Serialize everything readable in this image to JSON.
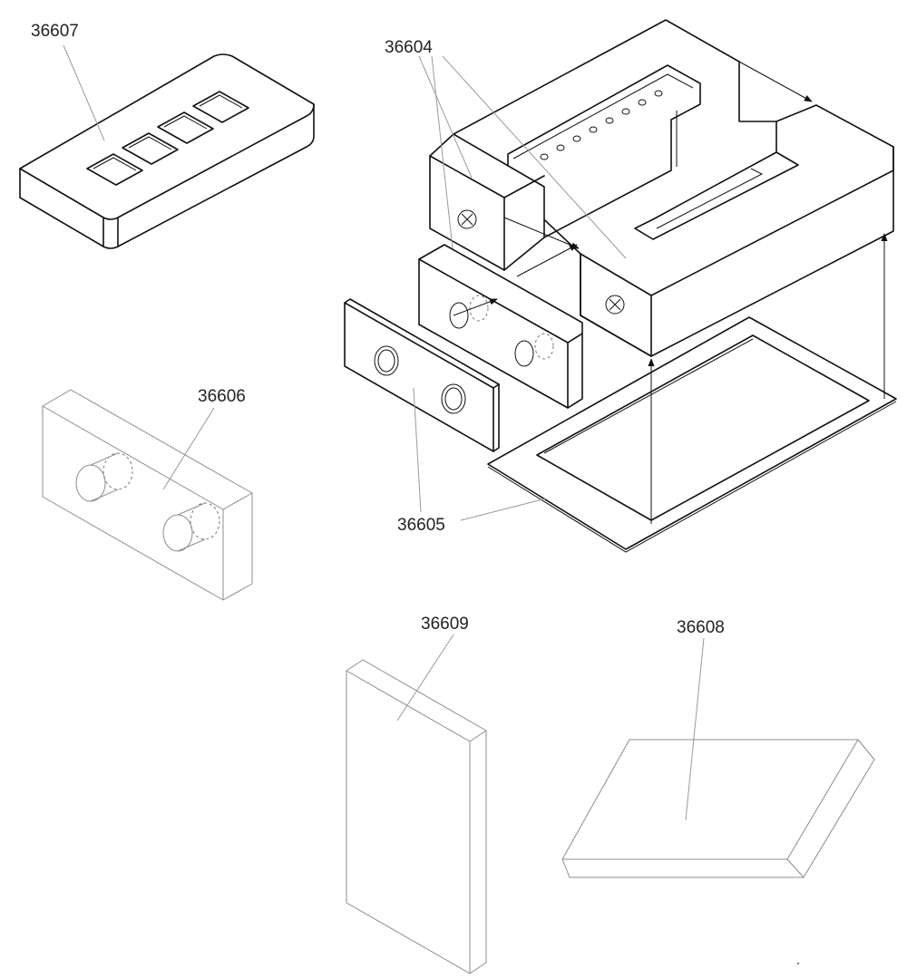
{
  "parts": [
    {
      "id": "cartridge-tray",
      "label": "36607"
    },
    {
      "id": "housing-blocks",
      "label": "36604"
    },
    {
      "id": "front-plate",
      "label": "36605"
    },
    {
      "id": "magnet-block",
      "label": "36606"
    },
    {
      "id": "vertical-pad",
      "label": "36609"
    },
    {
      "id": "flat-pad",
      "label": "36608"
    }
  ]
}
